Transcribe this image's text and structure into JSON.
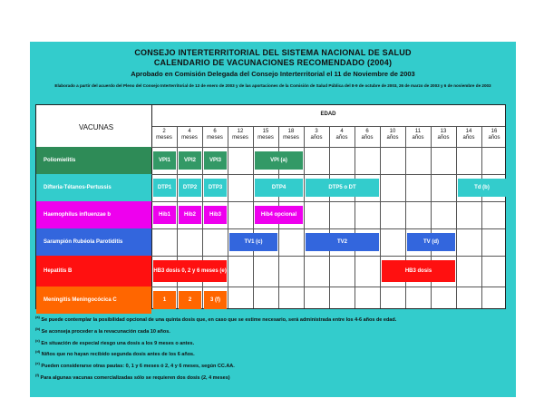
{
  "titles": {
    "line1": "CONSEJO INTERTERRITORIAL DEL SISTEMA NACIONAL DE SALUD",
    "line2": "CALENDARIO DE VACUNACIONES RECOMENDADO (2004)",
    "line3": "Aprobado en Comisión Delegada del Consejo Interterritorial el 11 de Noviembre de 2003",
    "subtitle": "Elaborado a partir del acuerdo del Pleno del Consejo Interterritorial de 13 de enero de 2003 y de las aportaciones de la Comisión de Salud Pública del 8-9 de octubre de 2003, 26 de marzo de 2003 y 6 de noviembre de 2003"
  },
  "table": {
    "vacunas_header": "VACUNAS",
    "edad_header": "EDAD",
    "columns": [
      {
        "n": "2",
        "u": "meses"
      },
      {
        "n": "4",
        "u": "meses"
      },
      {
        "n": "6",
        "u": "meses"
      },
      {
        "n": "12",
        "u": "meses"
      },
      {
        "n": "15",
        "u": "meses"
      },
      {
        "n": "18",
        "u": "meses"
      },
      {
        "n": "3",
        "u": "años"
      },
      {
        "n": "4",
        "u": "años"
      },
      {
        "n": "6",
        "u": "años"
      },
      {
        "n": "10",
        "u": "años"
      },
      {
        "n": "11",
        "u": "años"
      },
      {
        "n": "13",
        "u": "años"
      },
      {
        "n": "14",
        "u": "años"
      },
      {
        "n": "16",
        "u": "años"
      }
    ],
    "rows": [
      {
        "name": "Poliomielitis",
        "bg": "#2e8b57",
        "text": "#ffffff",
        "cells": [
          {
            "col": 0,
            "span": 1,
            "label": "VPI1",
            "color": "#339966"
          },
          {
            "col": 1,
            "span": 1,
            "label": "VPI2",
            "color": "#339966"
          },
          {
            "col": 2,
            "span": 1,
            "label": "VPI3",
            "color": "#339966"
          },
          {
            "col": 4,
            "span": 2,
            "label": "VPI (a)",
            "color": "#339966"
          }
        ]
      },
      {
        "name": "Difteria-Tétanos-Pertussis",
        "bg": "#33cccc",
        "text": "#ffffff",
        "cells": [
          {
            "col": 0,
            "span": 1,
            "label": "DTP1",
            "color": "#33cccc"
          },
          {
            "col": 1,
            "span": 1,
            "label": "DTP2",
            "color": "#33cccc"
          },
          {
            "col": 2,
            "span": 1,
            "label": "DTP3",
            "color": "#33cccc"
          },
          {
            "col": 4,
            "span": 2,
            "label": "DTP4",
            "color": "#33cccc"
          },
          {
            "col": 6,
            "span": 3,
            "label": "DTP5 o DT",
            "color": "#33cccc"
          },
          {
            "col": 12,
            "span": 2,
            "label": "Td (b)",
            "color": "#33cccc"
          }
        ]
      },
      {
        "name": "Haemophilus influenzae b",
        "bg": "#ee00ee",
        "text": "#ffffff",
        "cells": [
          {
            "col": 0,
            "span": 1,
            "label": "Hib1",
            "color": "#ee00ee"
          },
          {
            "col": 1,
            "span": 1,
            "label": "Hib2",
            "color": "#ee00ee"
          },
          {
            "col": 2,
            "span": 1,
            "label": "Hib3",
            "color": "#ee00ee"
          },
          {
            "col": 4,
            "span": 2,
            "label": "Hib4 opcional",
            "color": "#ee00ee"
          }
        ]
      },
      {
        "name": "Sarampión Rubéola Parotiditis",
        "bg": "#3366dd",
        "text": "#ffffff",
        "cells": [
          {
            "col": 3,
            "span": 2,
            "label": "TV1 (c)",
            "color": "#3366dd"
          },
          {
            "col": 6,
            "span": 3,
            "label": "TV2",
            "color": "#3366dd"
          },
          {
            "col": 10,
            "span": 2,
            "label": "TV (d)",
            "color": "#3366dd"
          }
        ]
      },
      {
        "name": "Hepatitis B",
        "bg": "#ff1010",
        "text": "#ffffff",
        "cells": [
          {
            "col": 0,
            "span": 3,
            "label": "HB3 dosis 0, 2 y 6 meses (e)",
            "color": "#ff1010"
          },
          {
            "col": 9,
            "span": 3,
            "label": "HB3 dosis",
            "color": "#ff1010"
          }
        ]
      },
      {
        "name": "Meningitis Meningocócica C",
        "bg": "#ff6600",
        "text": "#ffffff",
        "cells": [
          {
            "col": 0,
            "span": 1,
            "label": "1",
            "color": "#ff6600"
          },
          {
            "col": 1,
            "span": 1,
            "label": "2",
            "color": "#ff6600"
          },
          {
            "col": 2,
            "span": 1,
            "label": "3 (f)",
            "color": "#ff6600"
          }
        ]
      }
    ]
  },
  "notes": [
    {
      "k": "(a)",
      "t": "Se puede contemplar la posibilidad opcional de una quinta dosis que, en caso que se estime necesario, será administrada entre los 4-6 años de edad."
    },
    {
      "k": "(b)",
      "t": "Se aconseja proceder a la revacunación cada 10 años."
    },
    {
      "k": "(c)",
      "t": "En situación de especial riesgo una dosis a los 9 meses o antes."
    },
    {
      "k": "(d)",
      "t": "Niños que no hayan recibido segunda dosis antes de los 6 años."
    },
    {
      "k": "(e)",
      "t": "Pueden considerarse otras pautas: 0, 1 y 6 meses ó 2, 4 y 6 meses, según CC.AA."
    },
    {
      "k": "(f)",
      "t": "Para algunas vacunas comercializadas sólo se requieren dos dosis (2, 4 meses)"
    }
  ]
}
